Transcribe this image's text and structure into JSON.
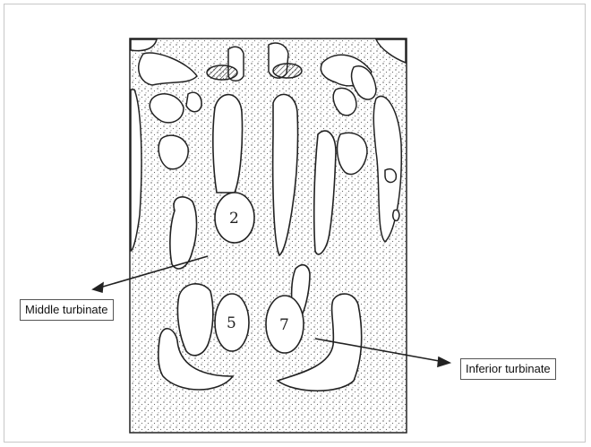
{
  "labels": {
    "middle_turbinate": "Middle turbinate",
    "inferior_turbinate": "Inferior turbinate"
  },
  "numbers": {
    "n2": "2",
    "n5": "5",
    "n7": "7"
  },
  "colors": {
    "line": "#222222",
    "stipple": "#555555",
    "background": "#ffffff"
  }
}
